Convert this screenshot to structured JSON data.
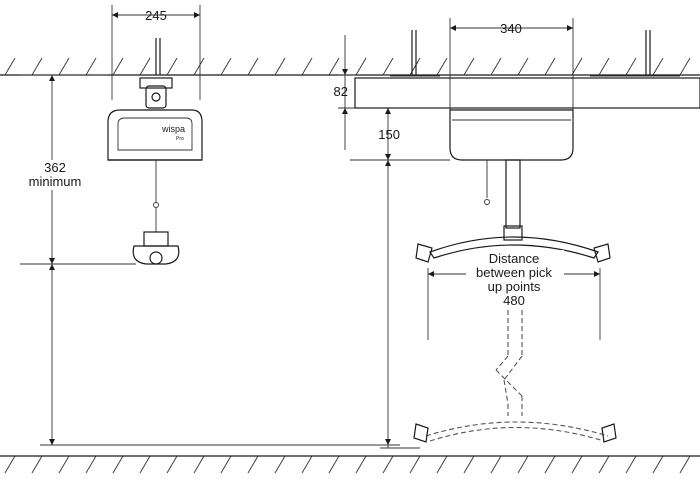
{
  "dimensions": {
    "top_width_left": "245",
    "top_width_right": "340",
    "rail_height": "82",
    "clearance": "150",
    "min_height_value": "362",
    "min_height_label": "minimum",
    "pick_label_line1": "Distance",
    "pick_label_line2": "between pick",
    "pick_label_line3": "up points",
    "pick_value": "480"
  },
  "device": {
    "logo_text": "wispa",
    "logo_sub": "Pro"
  },
  "colors": {
    "line": "#1a1a1a",
    "dashed": "#555555",
    "device_fill": "#f4f4f4"
  }
}
